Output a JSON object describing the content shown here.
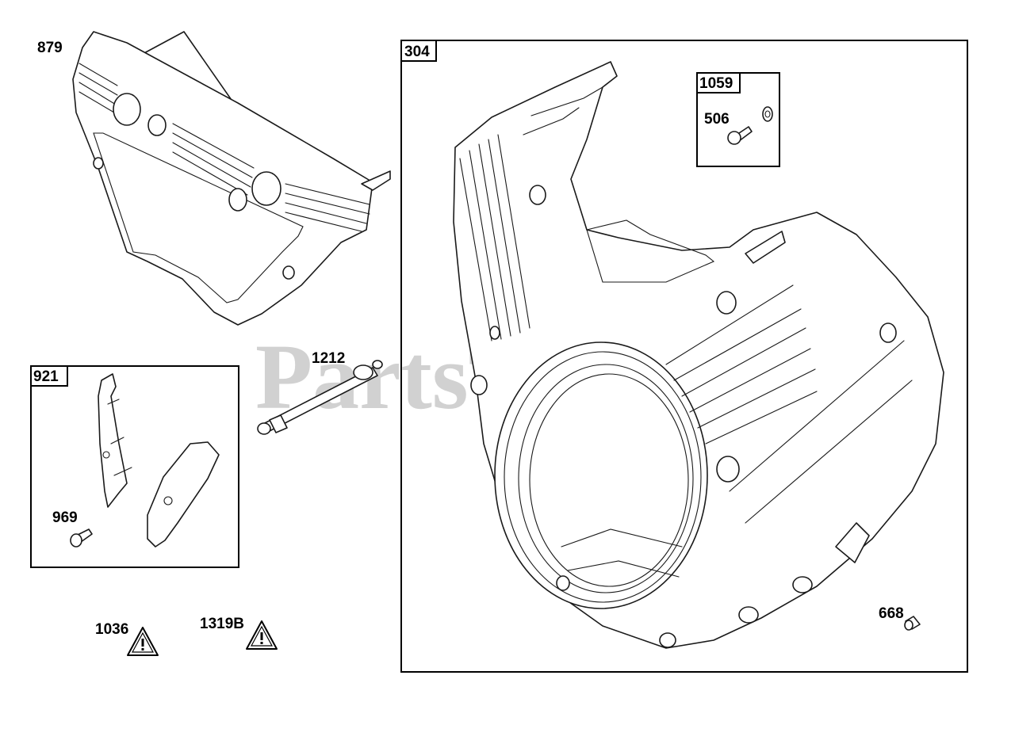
{
  "watermark": {
    "text": "PartsTree",
    "trademark": "™"
  },
  "callouts": {
    "p879": "879",
    "p304": "304",
    "p1059": "1059",
    "p506": "506",
    "p921": "921",
    "p969": "969",
    "p1212": "1212",
    "p1036": "1036",
    "p1319b": "1319B",
    "p668": "668"
  },
  "icons": {
    "warning": "warning-triangle-icon"
  },
  "colors": {
    "line": "#1a1a1a",
    "watermark": "#9a9a9a"
  }
}
